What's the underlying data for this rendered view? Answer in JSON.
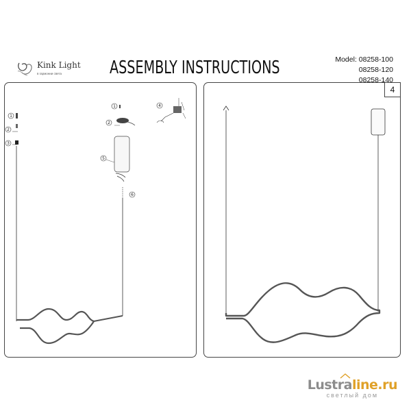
{
  "header": {
    "brand_name": "Kink Light",
    "brand_tagline": "в гармонии света",
    "title": "ASSEMBLY INSTRUCTIONS",
    "models": [
      "Model: 08258-100",
      "08258-120",
      "08258-140"
    ]
  },
  "left_panel": {
    "steps": [
      "1",
      "2",
      "3",
      "4",
      "5",
      "6"
    ]
  },
  "right_panel": {
    "step_number": "4"
  },
  "watermark": {
    "brand_part1": "Lustra",
    "brand_part2": "line.ru",
    "tagline": "светлый дом",
    "accent_color": "#e0a128",
    "gray_color": "#8c8c8c"
  }
}
